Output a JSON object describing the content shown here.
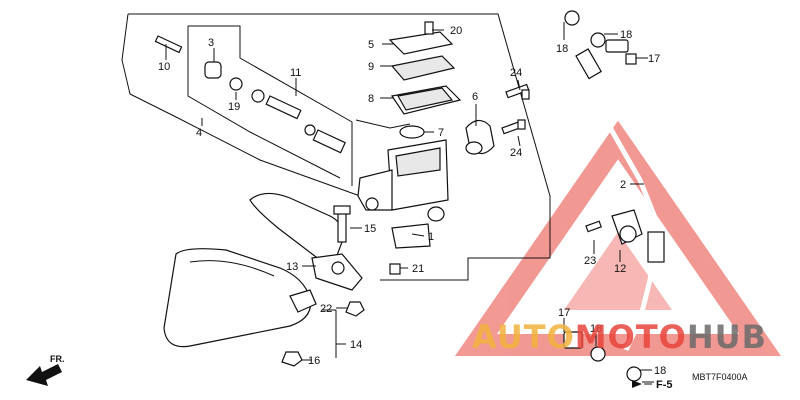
{
  "callouts": [
    {
      "num": "20"
    },
    {
      "num": "5"
    },
    {
      "num": "9"
    },
    {
      "num": "8"
    },
    {
      "num": "7"
    },
    {
      "num": "6"
    },
    {
      "num": "24"
    },
    {
      "num": "24"
    },
    {
      "num": "3"
    },
    {
      "num": "10"
    },
    {
      "num": "11"
    },
    {
      "num": "19"
    },
    {
      "num": "4"
    },
    {
      "num": "1"
    },
    {
      "num": "15"
    },
    {
      "num": "21"
    },
    {
      "num": "13"
    },
    {
      "num": "22"
    },
    {
      "num": "14"
    },
    {
      "num": "16"
    },
    {
      "num": "18"
    },
    {
      "num": "18"
    },
    {
      "num": "17"
    },
    {
      "num": "2"
    },
    {
      "num": "23"
    },
    {
      "num": "12"
    },
    {
      "num": "17"
    },
    {
      "num": "18"
    },
    {
      "num": "18"
    }
  ],
  "reference": "F-5",
  "direction_label": "FR.",
  "diagram_code": "MBT7F0400A",
  "watermark": {
    "part1": "AUTO",
    "part2": "MOTO",
    "part3": "HUB"
  },
  "colors": {
    "watermark_orange": "#f2b33d",
    "watermark_red": "#e8453c",
    "watermark_gray": "#6b6b6b"
  }
}
